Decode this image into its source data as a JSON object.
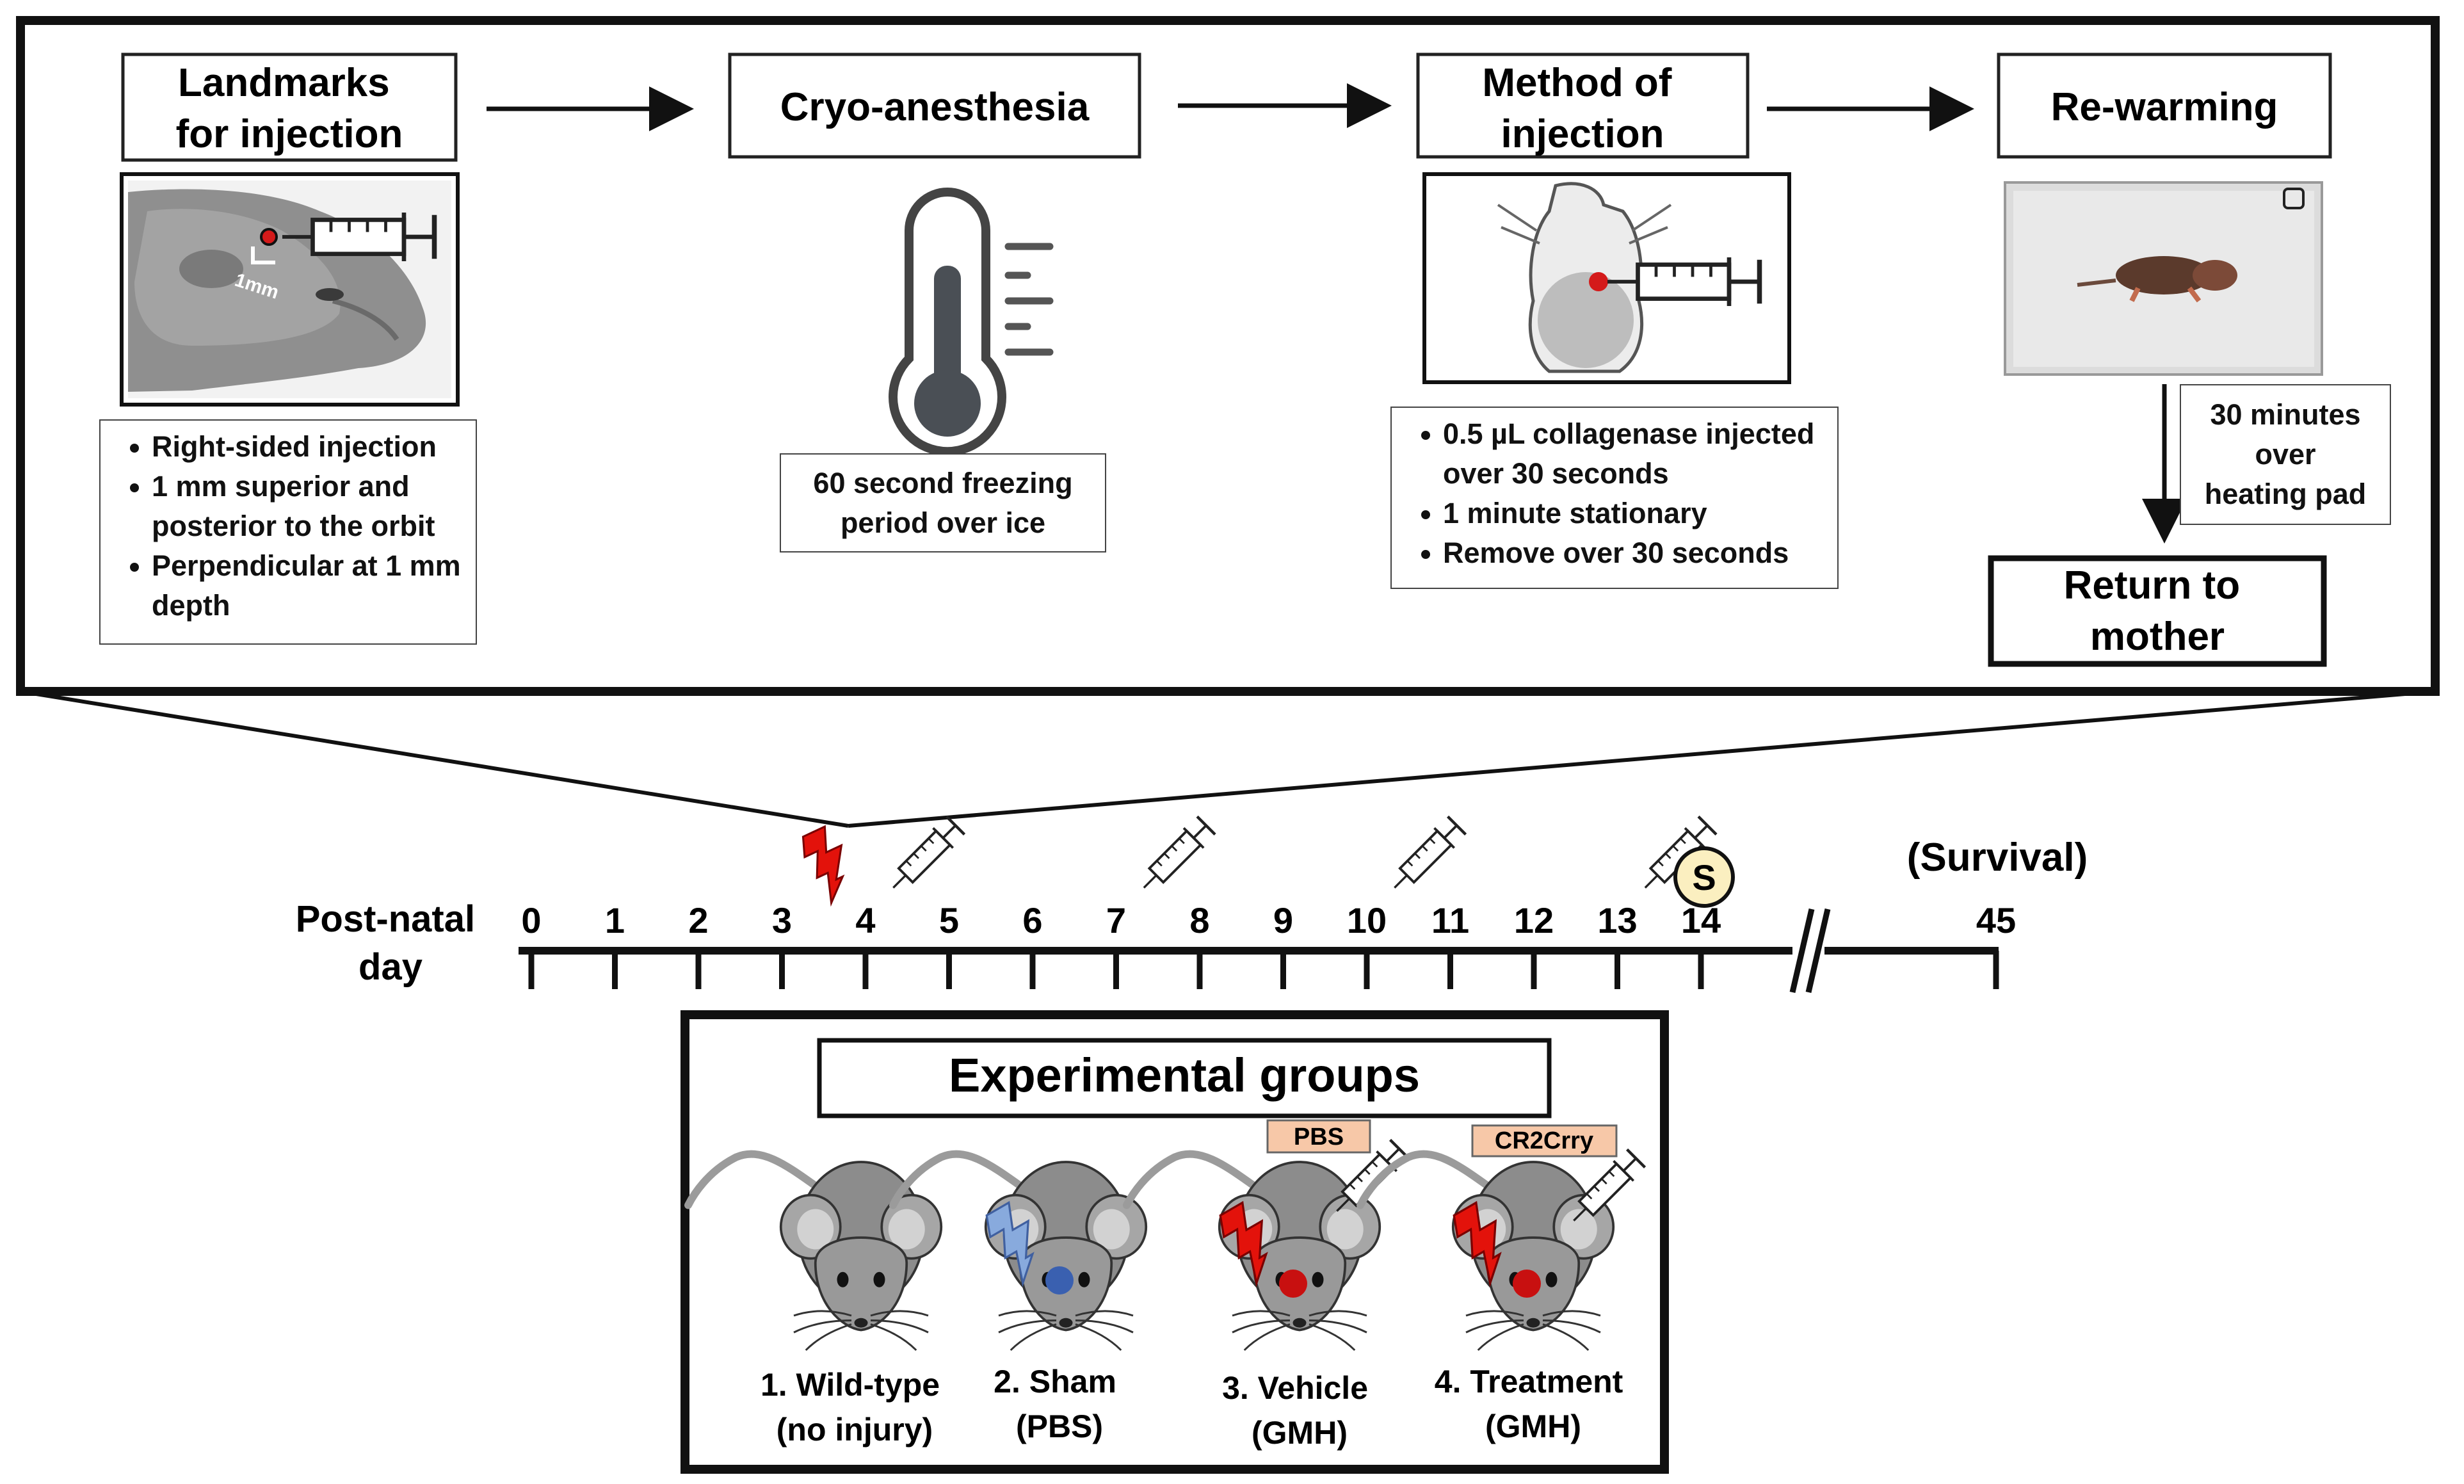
{
  "protocol": {
    "steps": [
      {
        "lines": [
          "Landmarks",
          "for injection"
        ]
      },
      {
        "lines": [
          "Cryo-anesthesia"
        ]
      },
      {
        "lines": [
          "Method of",
          "injection"
        ]
      },
      {
        "lines": [
          "Re-warming"
        ]
      }
    ],
    "landmark_scale_label": "1mm",
    "landmark_notes": [
      "Right-sided injection",
      "1 mm superior and posterior to the orbit",
      "Perpendicular at 1 mm depth"
    ],
    "cryo_note": [
      "60 second freezing",
      "period over ice"
    ],
    "injection_notes": [
      "0.5 µL collagenase injected over 30 seconds",
      "1 minute stationary",
      "Remove over 30 seconds"
    ],
    "rewarming_note": [
      "30 minutes",
      "over",
      "heating pad"
    ],
    "return": [
      "Return to",
      "mother"
    ]
  },
  "timeline": {
    "axis_label": [
      "Post-natal",
      "day"
    ],
    "ticks": [
      "0",
      "1",
      "2",
      "3",
      "4",
      "5",
      "6",
      "7",
      "8",
      "9",
      "10",
      "11",
      "12",
      "13",
      "14",
      "45"
    ],
    "survival_label": "(Survival)",
    "sacrifice_badge": "S",
    "injury_day": 4,
    "injection_days": [
      4,
      7,
      10,
      13
    ],
    "sacrifice_day": 14
  },
  "groups": {
    "title": "Experimental groups",
    "items": [
      {
        "lines": [
          "1. Wild-type",
          "(no injury)"
        ],
        "tag": ""
      },
      {
        "lines": [
          "2. Sham",
          "(PBS)"
        ],
        "tag": ""
      },
      {
        "lines": [
          "3. Vehicle",
          "(GMH)"
        ],
        "tag": "PBS"
      },
      {
        "lines": [
          "4. Treatment",
          "(GMH)"
        ],
        "tag": "CR2Crry"
      }
    ]
  },
  "colors": {
    "injury": "#e3120b",
    "injection_site": "#c81010",
    "sham_site": "#3a60b0",
    "sham_bolt": "#88aadd",
    "mouse_body": "#8a8a8a",
    "tag_fill": "#f7c8a8",
    "badge_fill": "#fbefc0"
  }
}
